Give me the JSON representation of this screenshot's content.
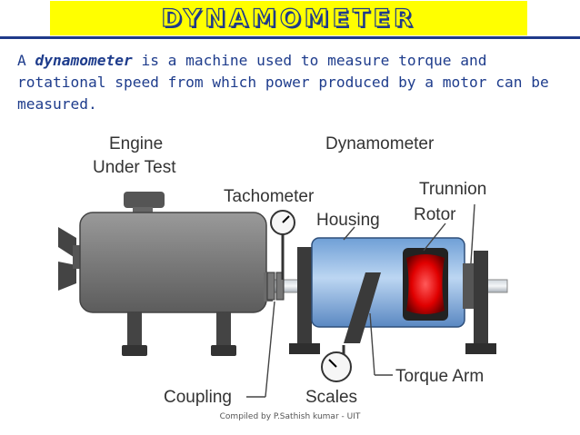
{
  "header": {
    "title": "DYNAMOMETER"
  },
  "intro": {
    "prefix": "A ",
    "term": "dynamometer",
    "suffix": " is a machine used to measure torque and rotational speed from which power produced by a motor can be measured."
  },
  "diagram": {
    "labels": {
      "engine_line1": "Engine",
      "engine_line2": "Under Test",
      "dynamometer": "Dynamometer",
      "tachometer": "Tachometer",
      "trunnion": "Trunnion",
      "housing": "Housing",
      "rotor": "Rotor",
      "coupling": "Coupling",
      "scales": "Scales",
      "torque_arm": "Torque Arm"
    },
    "colors": {
      "engine_body": "#7a7a7a",
      "housing": "#8fb8e6",
      "rotor": "#e00000",
      "stand": "#3a3a3a",
      "title_bg": "#ffff00",
      "title_text": "#1f3a8a"
    }
  },
  "footer": {
    "credit": "Compiled by P.Sathish kumar - UIT"
  }
}
